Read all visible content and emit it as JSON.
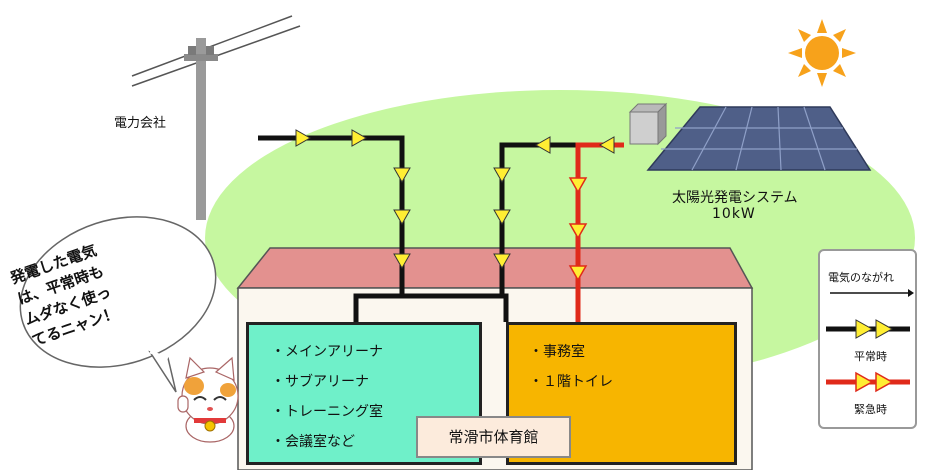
{
  "utility": {
    "label": "電力会社"
  },
  "solar": {
    "label": "太陽光発電システム",
    "capacity": "10kW"
  },
  "rooms": {
    "left": {
      "items": [
        "メインアリーナ",
        "サブアリーナ",
        "トレーニング室",
        "会議室など"
      ]
    },
    "right": {
      "items": [
        "事務室",
        "１階トイレ"
      ]
    }
  },
  "building": {
    "name": "常滑市体育館"
  },
  "speech_bubble": {
    "lines": [
      "発電した電気",
      "は、平常時も",
      "ムダなく使っ",
      "てるニャン！"
    ]
  },
  "legend": {
    "title": "電気のながれ",
    "normal": "平常時",
    "emergency": "緊急時"
  },
  "colors": {
    "field_green": "#c6f7a0",
    "roof": "#e3918f",
    "room_left": "#6ff0c9",
    "room_right": "#f7b500",
    "normal_line": "#111111",
    "emergency_line": "#e02a1a",
    "arrow_fill": "#ffee33",
    "sun": "#f7a21b",
    "solar_panel": "#4f5f88"
  }
}
